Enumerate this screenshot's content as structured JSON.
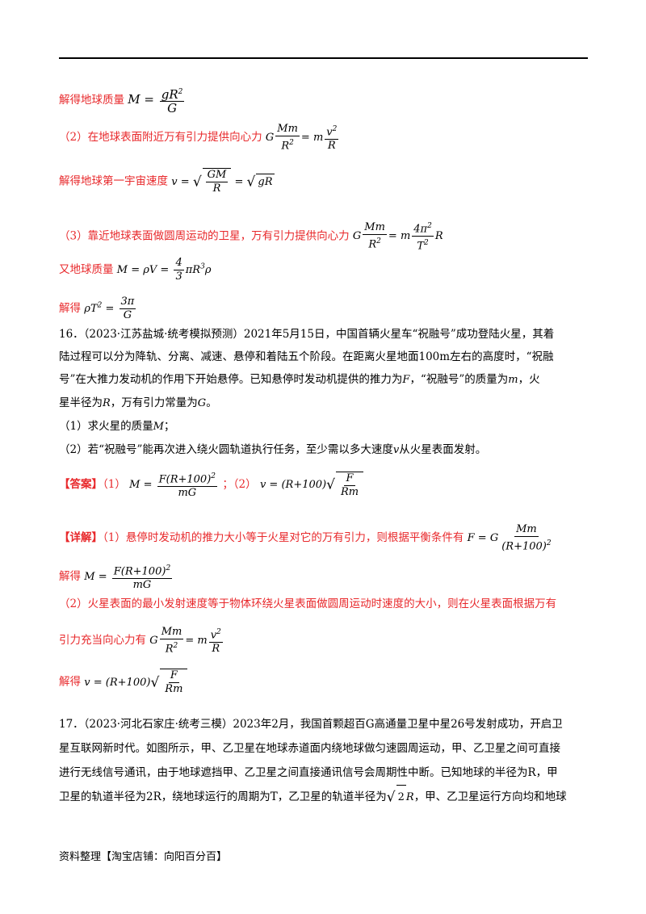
{
  "s15": {
    "l1": "解得地球质量",
    "l2": "（2）在地球表面附近万有引力提供向心力",
    "l3": "解得地球第一宇宙速度",
    "l4": "（3）靠近地球表面做圆周运动的卫星，万有引力提供向心力",
    "l5": "又地球质量",
    "l6": "解得"
  },
  "q16": {
    "p1": "16．（2023·江苏盐城·统考模拟预测）2021年5月15日，中国首辆火星车“祝融号”成功登陆火星，其着",
    "p2a": "陆过程可以分为降轨、分离、减速、悬停和着陆五个阶段。在距离火星地面",
    "p2b": "左右的高度时，“祝融",
    "p3a": "号”在大推力发动机的作用下开始悬停。已知悬停时发动机提供的推力为",
    "p3b": "，“祝融号”的质量为",
    "p3c": "，火",
    "p4a": "星半径为",
    "p4b": "，万有引力常量为",
    "p4c": "。",
    "s1": "（1）求火星的质量",
    "s1b": "；",
    "s2a": "（2）若“祝融号”能再次进入绕火圆轨道执行任务，至少需以多大速度",
    "s2b": "从火星表面发射。",
    "ans_label": "【答案】",
    "ans1": "（1）",
    "ans_sep": "；（2）",
    "det_label": "【详解】",
    "det1": "（1）悬停时发动机的推力大小等于火星对它的万有引力，则根据平衡条件有",
    "det2": "解得",
    "det3": "（2）火星表面的最小发射速度等于物体环绕火星表面做圆周运动时速度的大小，则在火星表面根据万有",
    "det4": "引力充当向心力有",
    "det5": "解得"
  },
  "q17": {
    "p1": "17．（2023·河北石家庄·统考三模）2023年2月，我国首颗超百G高通量卫星中星26号发射成功，开启卫",
    "p2": "星互联网新时代。如图所示，甲、乙卫星在地球赤道面内绕地球做匀速圆周运动，甲、乙卫星之间可直接",
    "p3": "进行无线信号通讯，由于地球遮挡甲、乙卫星之间直接通讯信号会周期性中断。已知地球的半径为R，甲",
    "p4a": "卫星的轨道半径为2R，绕地球运行的周期为T，乙卫星的轨道半径为",
    "p4b": "，甲、乙卫星运行方向均和地球"
  },
  "footer": "资料整理【淘宝店铺：向阳百分百】"
}
